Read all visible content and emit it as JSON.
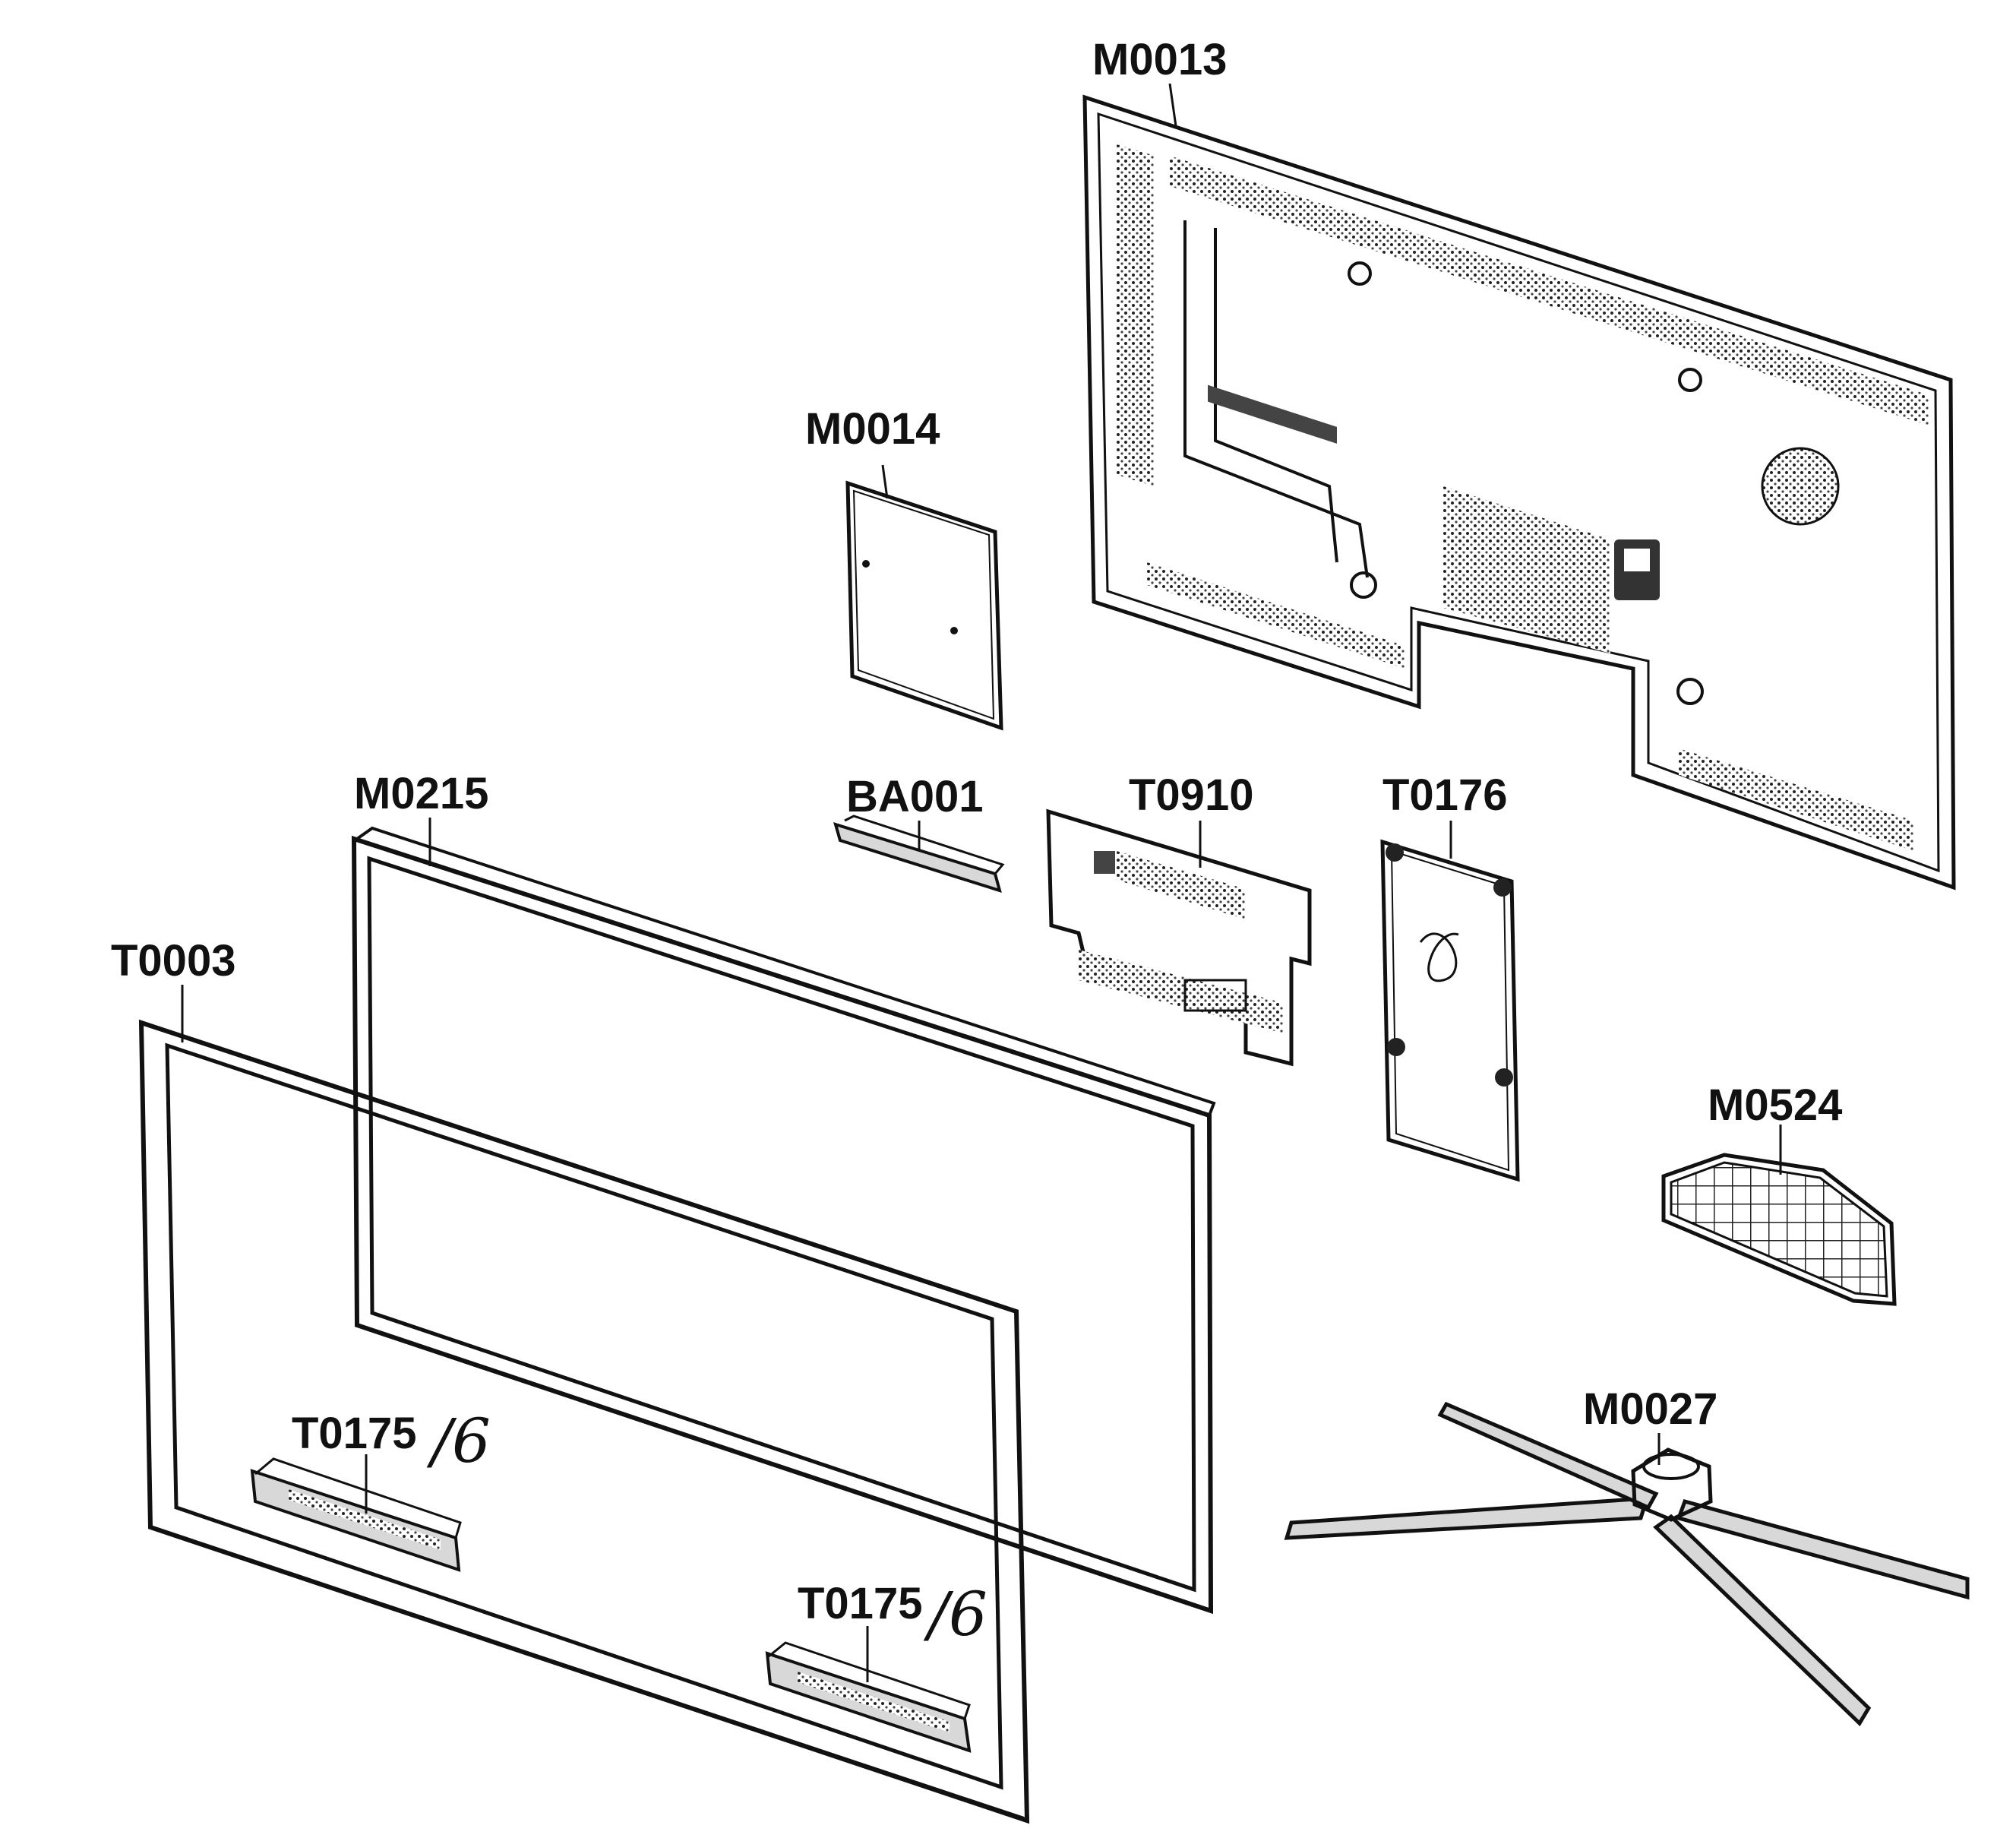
{
  "diagram": {
    "labels": {
      "m0013": "M0013",
      "m0014": "M0014",
      "m0215": "M0215",
      "ba001": "BA001",
      "t0910": "T0910",
      "t0176": "T0176",
      "t0003": "T0003",
      "m0524": "M0524",
      "m0027": "M0027",
      "t0175_left": "T0175",
      "t0175_right": "T0175",
      "t0176_left_note": "/6",
      "t0176_right_note": "/6"
    },
    "colors": {
      "ink": "#111111",
      "background": "#ffffff",
      "shade": "#d8d8d8"
    }
  }
}
